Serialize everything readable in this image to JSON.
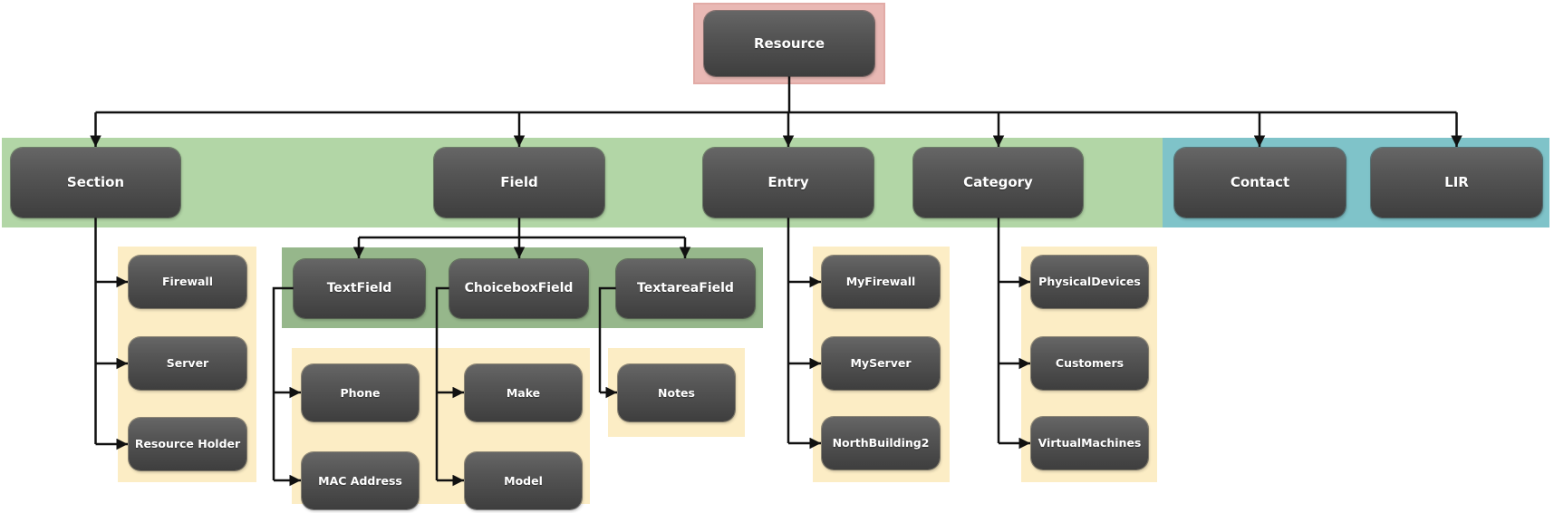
{
  "page": {
    "background": "#ffffff"
  },
  "colors": {
    "green_band": "#b2d6a6",
    "green_panel": "#96b78b",
    "blue_band": "#7fc3c9",
    "pink_panel": "#e9b8b4",
    "pink_border": "#e2aba6",
    "cream_panel": "#fcedc5",
    "node_top": "#666666",
    "node_bottom": "#3e3e3e",
    "node_text": "#ffffff",
    "connector": "#111111"
  },
  "diagram": {
    "type": "tree",
    "root": "Resource",
    "nodes": {
      "resource": "Resource",
      "section": "Section",
      "field": "Field",
      "entry": "Entry",
      "category": "Category",
      "contact": "Contact",
      "lir": "LIR",
      "textfield": "TextField",
      "choiceboxfield": "ChoiceboxField",
      "textareafield": "TextareaField",
      "firewall": "Firewall",
      "server": "Server",
      "resource_holder": "Resource Holder",
      "phone": "Phone",
      "mac_address": "MAC Address",
      "make": "Make",
      "model": "Model",
      "notes": "Notes",
      "myfirewall": "MyFirewall",
      "myserver": "MyServer",
      "northbuilding2": "NorthBuilding2",
      "physicaldevices": "PhysicalDevices",
      "customers": "Customers",
      "virtualmachines": "VirtualMachines"
    },
    "hierarchy": {
      "Resource": [
        "Section",
        "Field",
        "Entry",
        "Category",
        "Contact",
        "LIR"
      ],
      "Section": [
        "Firewall",
        "Server",
        "Resource Holder"
      ],
      "Field": [
        "TextField",
        "ChoiceboxField",
        "TextareaField"
      ],
      "TextField": [
        "Phone",
        "MAC Address"
      ],
      "ChoiceboxField": [
        "Make",
        "Model"
      ],
      "TextareaField": [
        "Notes"
      ],
      "Entry": [
        "MyFirewall",
        "MyServer",
        "NorthBuilding2"
      ],
      "Category": [
        "PhysicalDevices",
        "Customers",
        "VirtualMachines"
      ],
      "Contact": [],
      "LIR": []
    }
  }
}
